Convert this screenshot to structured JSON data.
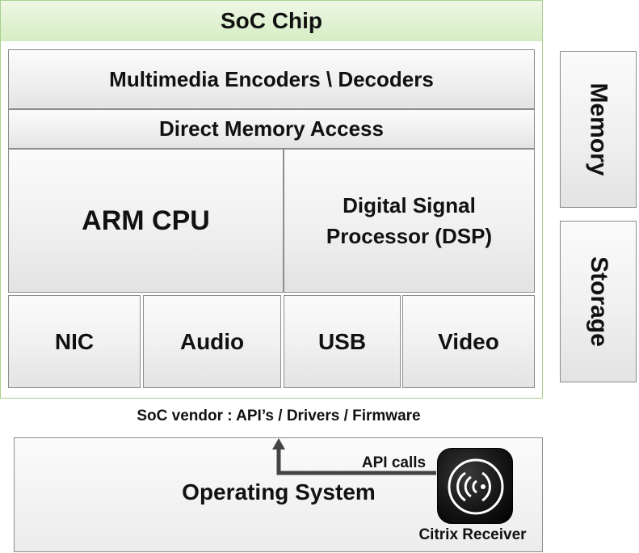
{
  "soc": {
    "title": "SoC Chip",
    "multimedia": "Multimedia Encoders \\ Decoders",
    "dma": "Direct Memory Access",
    "cpu": "ARM CPU",
    "dsp_line1": "Digital Signal",
    "dsp_line2": "Processor (DSP)",
    "nic": "NIC",
    "audio": "Audio",
    "usb": "USB",
    "video": "Video"
  },
  "side": {
    "memory": "Memory",
    "storage": "Storage"
  },
  "vendor_label": "SoC vendor : API’s / Drivers / Firmware",
  "os": {
    "label": "Operating System",
    "api_calls": "API calls",
    "citrix_label": "Citrix Receiver",
    "citrix_icon": "citrix-receiver-icon"
  },
  "colors": {
    "header_green": "#d6edc4",
    "soc_border": "#a8d08d",
    "box_border": "#8c8c8c",
    "arrow": "#444444"
  }
}
